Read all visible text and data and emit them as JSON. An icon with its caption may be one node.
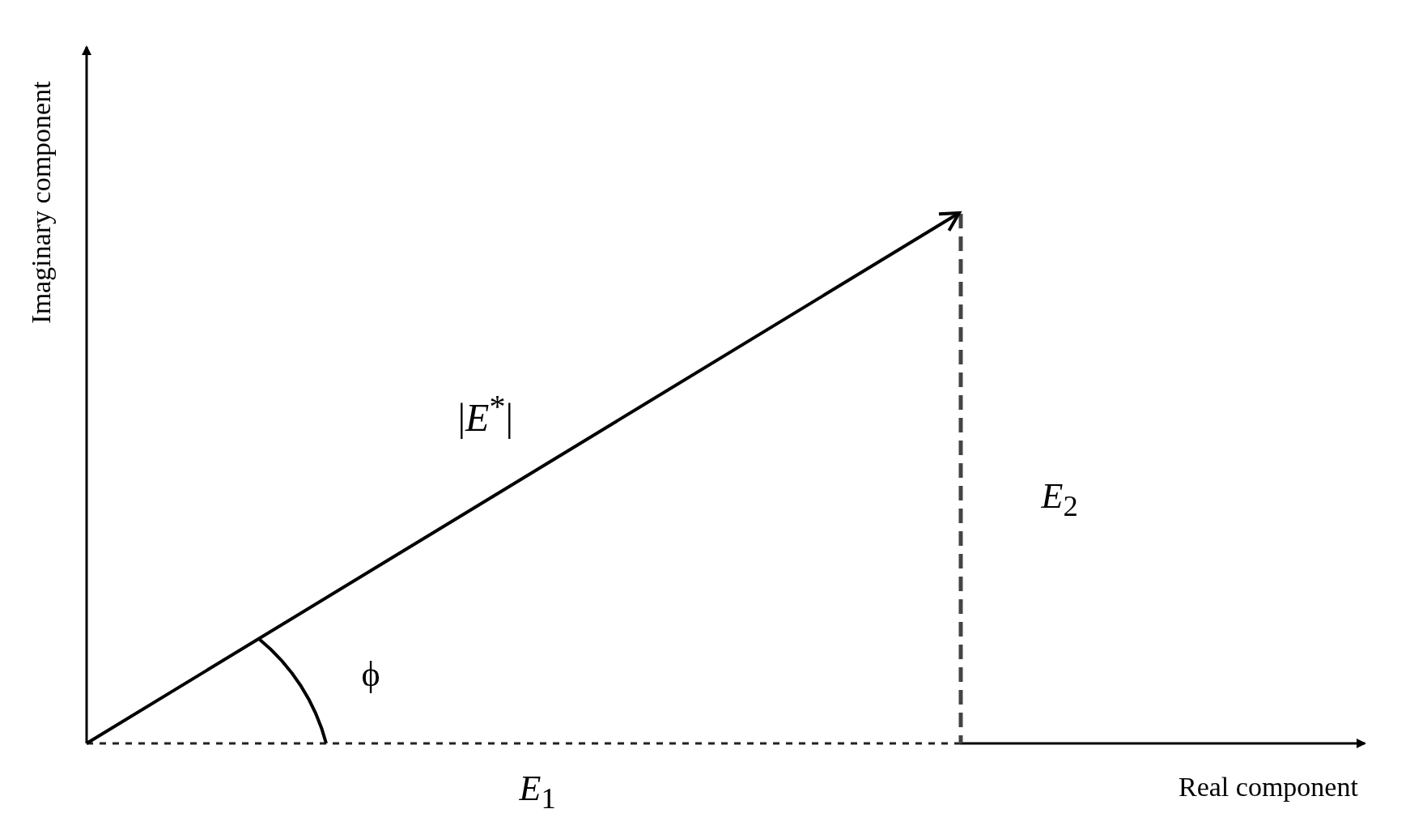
{
  "diagram": {
    "labels": [
      "Imaginary component",
      "|*E*$^{*}$|",
      "*E*$_{2}$",
      "ϕ",
      "*E*$_{1}$",
      "Real component"
    ]
  }
}
